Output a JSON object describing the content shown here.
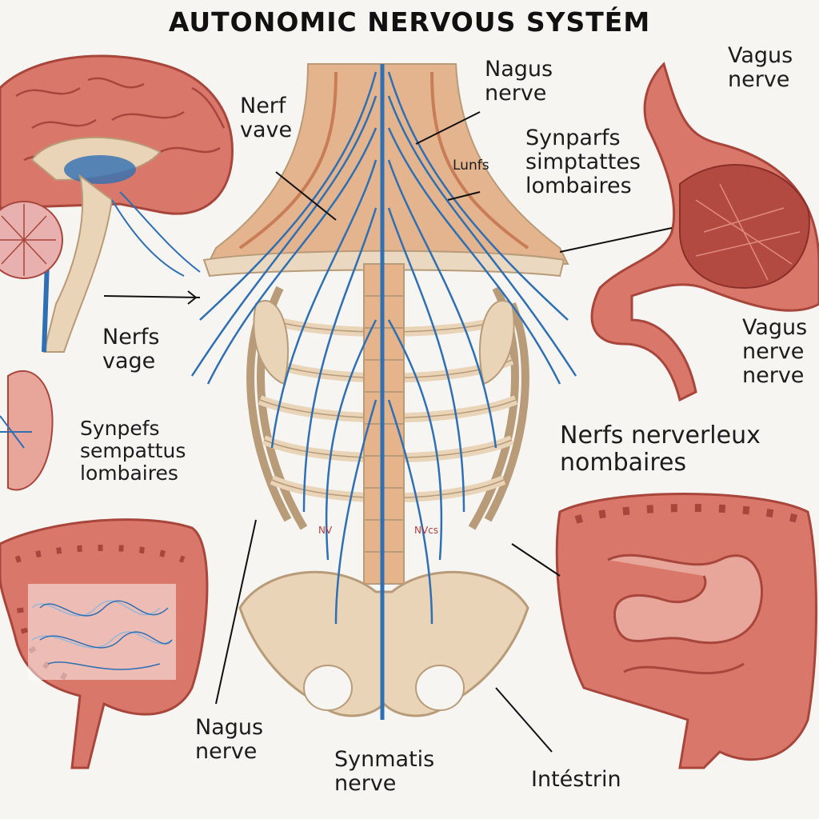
{
  "title": "AUTONOMIC NERVOUS SYSTÉM",
  "labels": {
    "nerf_vave": "Nerf\nvave",
    "nagus_nerve_top": "Nagus\nnerve",
    "synparfs": "Synparfs\nsimptattes\nlombaires",
    "lunfs": "Lunfs",
    "vagus_nerve_top": "Vagus\nnerve",
    "nerfs_vage": "Nerfs\nvage",
    "vagus_nerve_right": "Vagus\nnerve\nnerve",
    "synperfs_left": "Synpefs\nsempattus\nlombaires",
    "nerfs_nerverleux": "Nerfs nerverleux\nnombaires",
    "nagus_nerve_bottom": "Nagus\nnerve",
    "synmatis_nerve": "Synmatis\nnerve",
    "intestrin": "Intéstrin",
    "nv_left": "NV",
    "nv_right": "NVcs"
  },
  "colors": {
    "organ": "#d9786a",
    "organ_dark": "#a8463c",
    "bone": "#e9d4b8",
    "bone_dark": "#b89b78",
    "nerve": "#2f6fb3",
    "muscle": "#d28c63"
  }
}
